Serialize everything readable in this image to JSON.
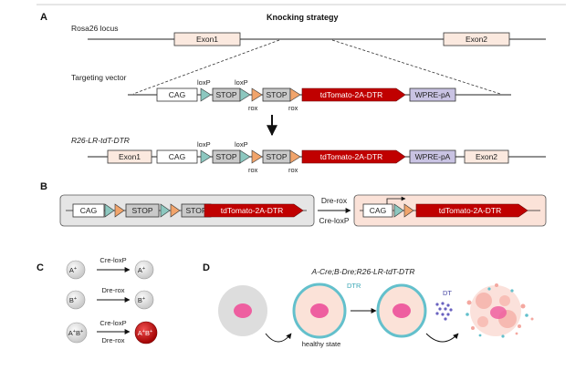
{
  "panels": {
    "a": "A",
    "b": "B",
    "c": "C",
    "d": "D"
  },
  "panel_a": {
    "title": "Knocking strategy",
    "locus_label": "Rosa26 locus",
    "exon1": "Exon1",
    "exon2": "Exon2",
    "vector_label": "Targeting vector",
    "allele_label": "R26-LR-tdT-DTR",
    "cag": "CAG",
    "stop": "STOP",
    "loxp": "loxP",
    "rox": "rox",
    "tdtomato": "tdTomato-2A-DTR",
    "wpre": "WPRE-pA"
  },
  "panel_b": {
    "cag": "CAG",
    "stop": "STOP",
    "tdtomato": "tdTomato-2A-DTR",
    "arrow_top": "Dre-rox",
    "arrow_bottom": "Cre-loxP"
  },
  "panel_c": {
    "rows": [
      {
        "cell": "A+",
        "sup": "+",
        "base": "A",
        "recomb": "Cre-loxP",
        "result_base": "A",
        "result_sup": "+"
      },
      {
        "cell": "B+",
        "sup": "+",
        "base": "B",
        "recomb": "Dre-rox",
        "result_base": "B",
        "result_sup": "+"
      },
      {
        "cell": "A+B+",
        "base": "A",
        "sup": "+",
        "base2": "B",
        "sup2": "+",
        "recomb": "Cre-loxP",
        "recomb2": "Dre-rox"
      }
    ]
  },
  "panel_d": {
    "genotype": "A-Cre;B-Dre;R26-LR-tdT-DTR",
    "dtr": "DTR",
    "dt": "DT",
    "state": "healthy state"
  },
  "colors": {
    "red": "#c00000",
    "lavender": "#c9c3e3",
    "teal_triangle": "#8cc7bf",
    "orange_triangle": "#f1a46b",
    "dtr_ring": "#63c0cc",
    "pink_nucleus": "#ee5fa0",
    "cell_fill": "#fbe2d8"
  }
}
